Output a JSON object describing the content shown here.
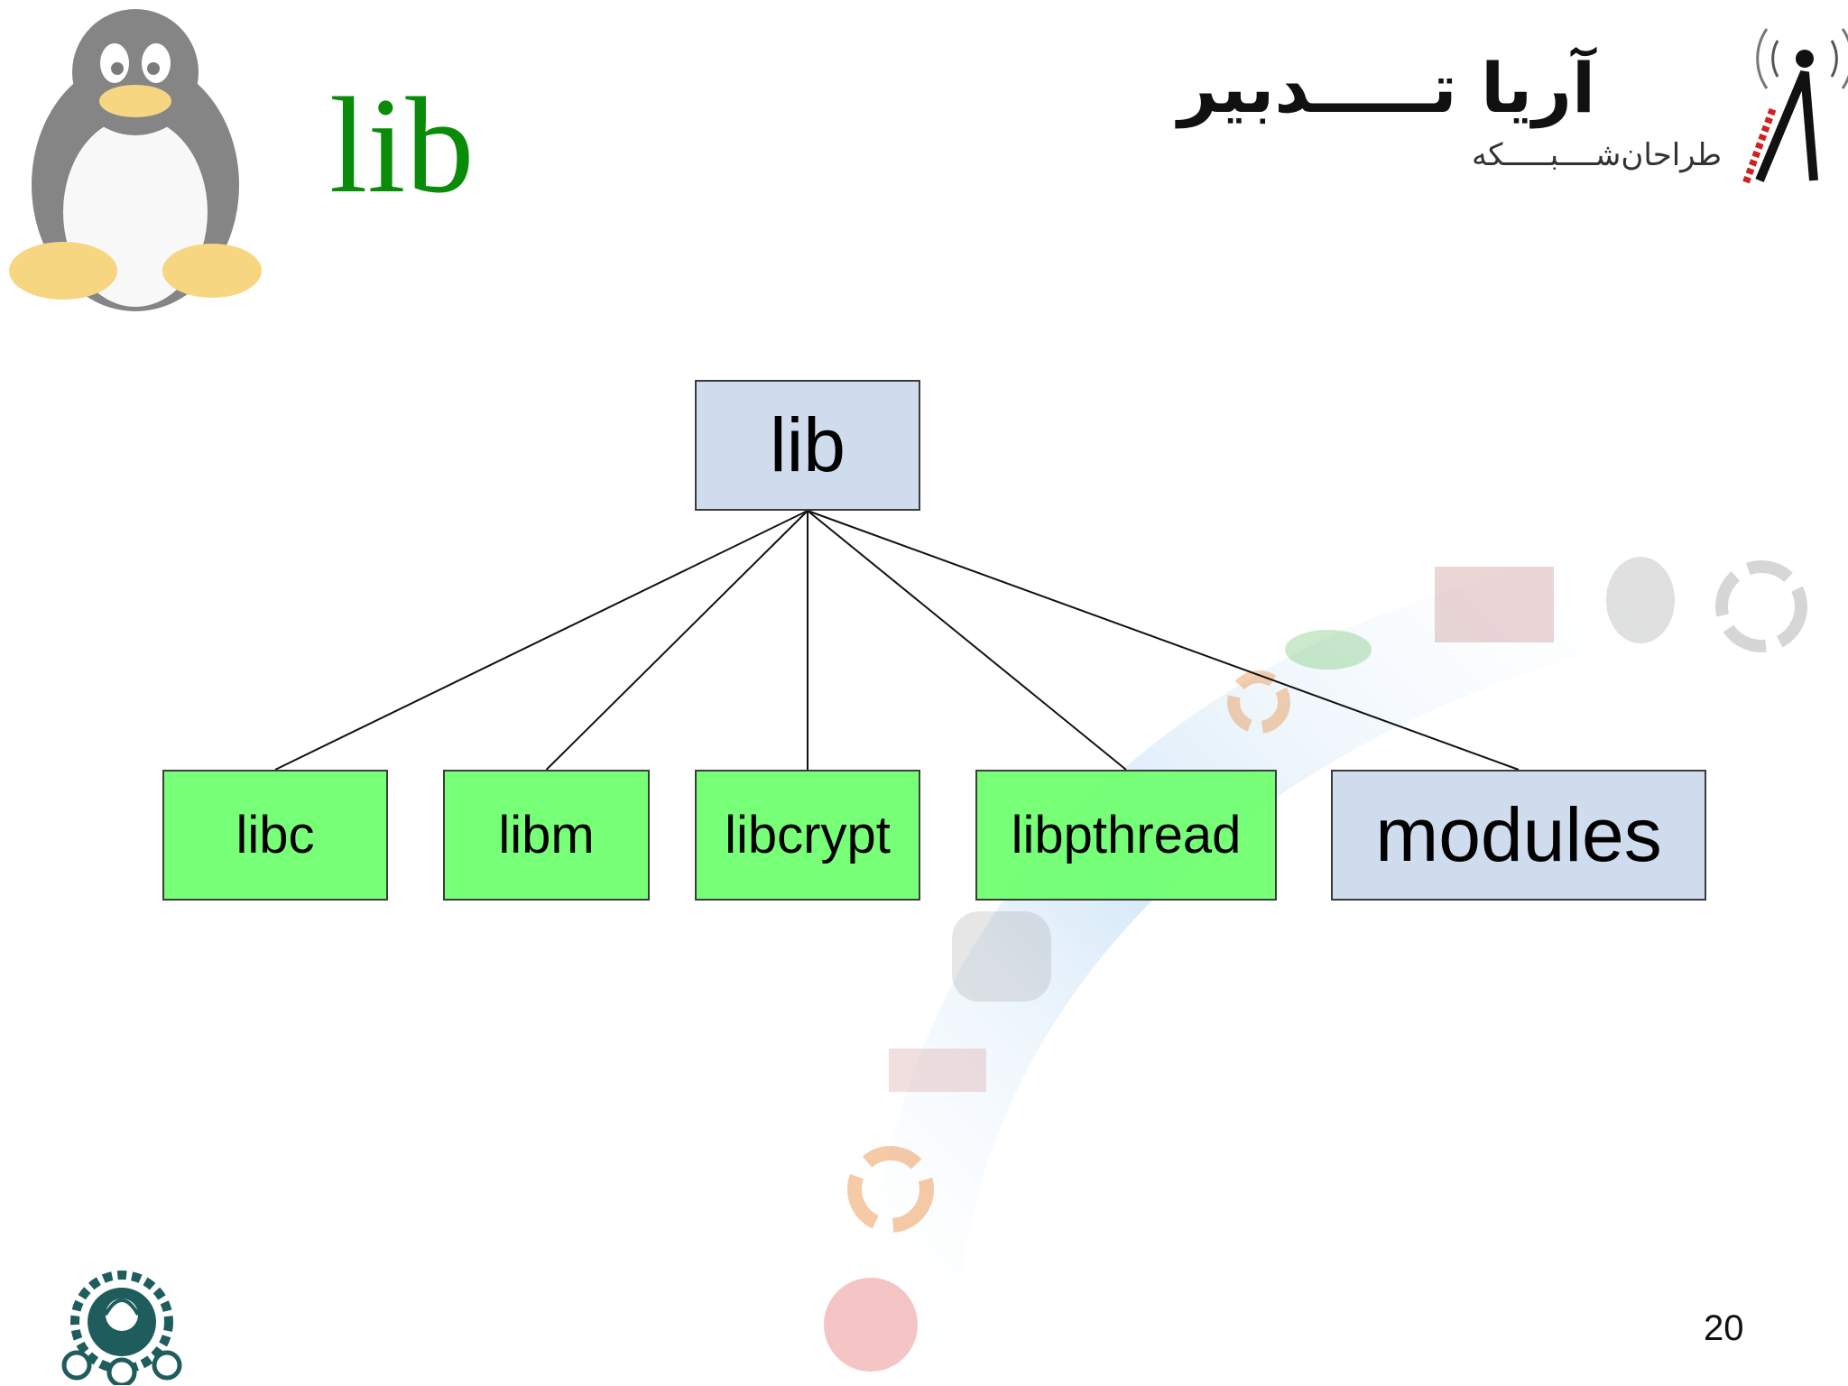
{
  "slide": {
    "title": "lib",
    "page_number": "20",
    "brand": {
      "name": "آریا تـــــدبیر",
      "tagline": "طراحان‌شــــبـــــکه"
    }
  },
  "diagram": {
    "root": {
      "label": "lib"
    },
    "children": [
      {
        "label": "libc"
      },
      {
        "label": "libm"
      },
      {
        "label": "libcrypt"
      },
      {
        "label": "libpthread"
      },
      {
        "label": "modules"
      }
    ]
  },
  "colors": {
    "title": "#0a8c0a",
    "node_blue": "#cfdcee",
    "node_green": "#6cff6c",
    "node_border": "#3c3c3c"
  },
  "icons": [
    "penguin-mascot-icon",
    "company-logo-icon",
    "university-seal-icon",
    "distro-watermark-icon"
  ]
}
